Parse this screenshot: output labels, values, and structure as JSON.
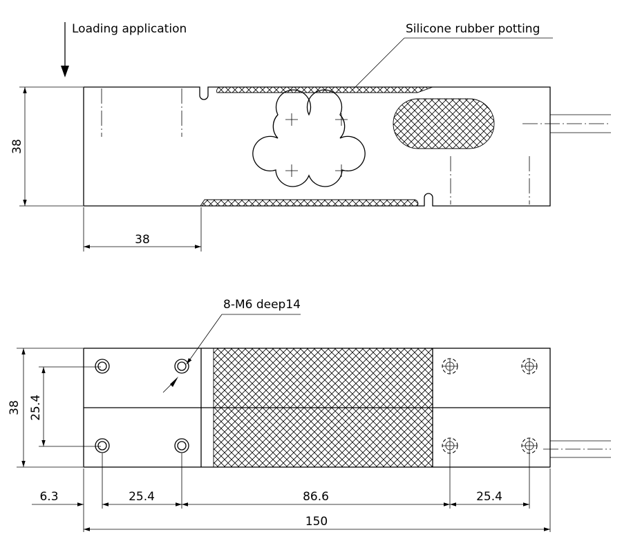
{
  "labels": {
    "loading": "Loading application",
    "potting": "Silicone rubber potting",
    "holes": "8-M6 deep14"
  },
  "dimensions": {
    "top_height": "38",
    "top_width": "38",
    "bottom_height": "38",
    "bottom_inner_height": "25.4",
    "left_offset": "6.3",
    "hole_spacing_left": "25.4",
    "middle": "86.6",
    "hole_spacing_right": "25.4",
    "overall_length": "150"
  }
}
